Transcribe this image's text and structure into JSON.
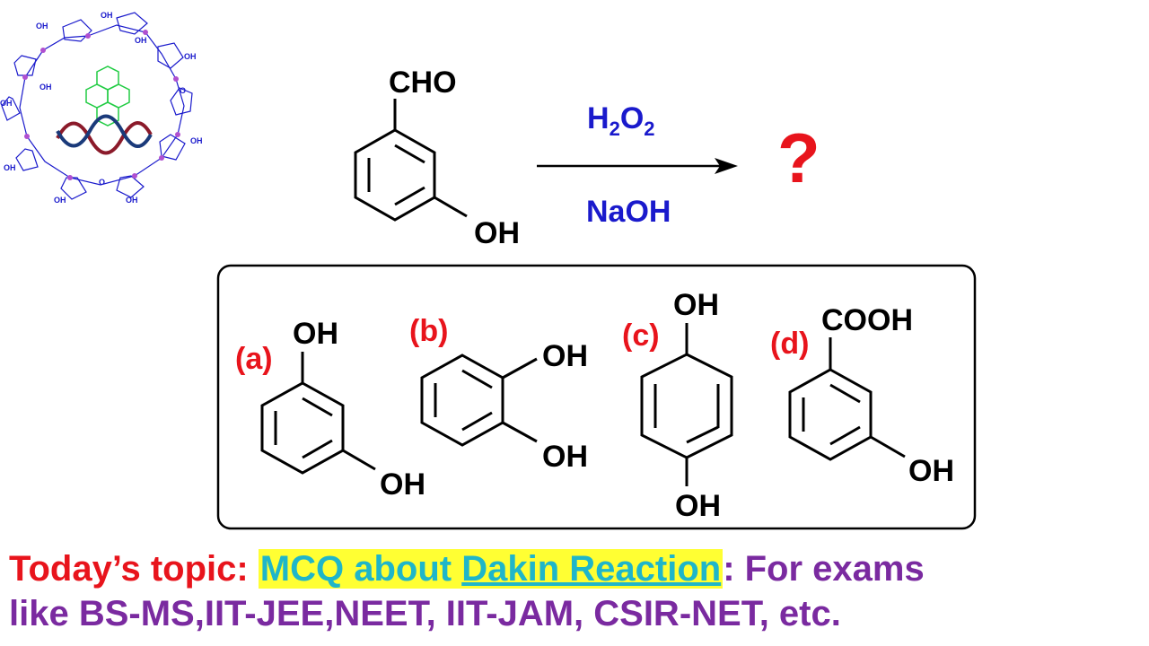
{
  "colors": {
    "text_black": "#000000",
    "reagent_blue": "#1a1acc",
    "question_red": "#e8141c",
    "label_red": "#e8141c",
    "topic_red": "#e8141c",
    "topic_cyan": "#1fb6c9",
    "topic_purple": "#7a2aa0",
    "highlight_yellow": "#ffff33",
    "logo_green": "#22cc44",
    "logo_purple": "#b050d0",
    "logo_dark_red": "#8b1a2a",
    "logo_navy": "#1a3a7a",
    "logo_blue": "#1a1acc"
  },
  "logo": {
    "substituent_label": "OH",
    "ring_atom_label": "O"
  },
  "reaction": {
    "reactant": {
      "top_group": "CHO",
      "side_group": "OH"
    },
    "reagent_top": {
      "main": "H",
      "sub1": "2",
      "mid": "O",
      "sub2": "2"
    },
    "reagent_bottom": "NaOH",
    "product_placeholder": "?"
  },
  "options": [
    {
      "label": "(a)",
      "groups": [
        "OH",
        "OH"
      ]
    },
    {
      "label": "(b)",
      "groups": [
        "OH",
        "OH"
      ]
    },
    {
      "label": "(c)",
      "groups": [
        "OH",
        "OH"
      ]
    },
    {
      "label": "(d)",
      "groups": [
        "COOH",
        "OH"
      ]
    }
  ],
  "caption": {
    "line1_prefix": "Today’s topic: ",
    "line1_highlight_start": "MCQ about ",
    "line1_highlight_underlined": "Dakin Reaction",
    "line1_suffix": ": For exams",
    "line2": "like BS-MS,IIT-JEE,NEET, IIT-JAM, CSIR-NET, etc."
  }
}
